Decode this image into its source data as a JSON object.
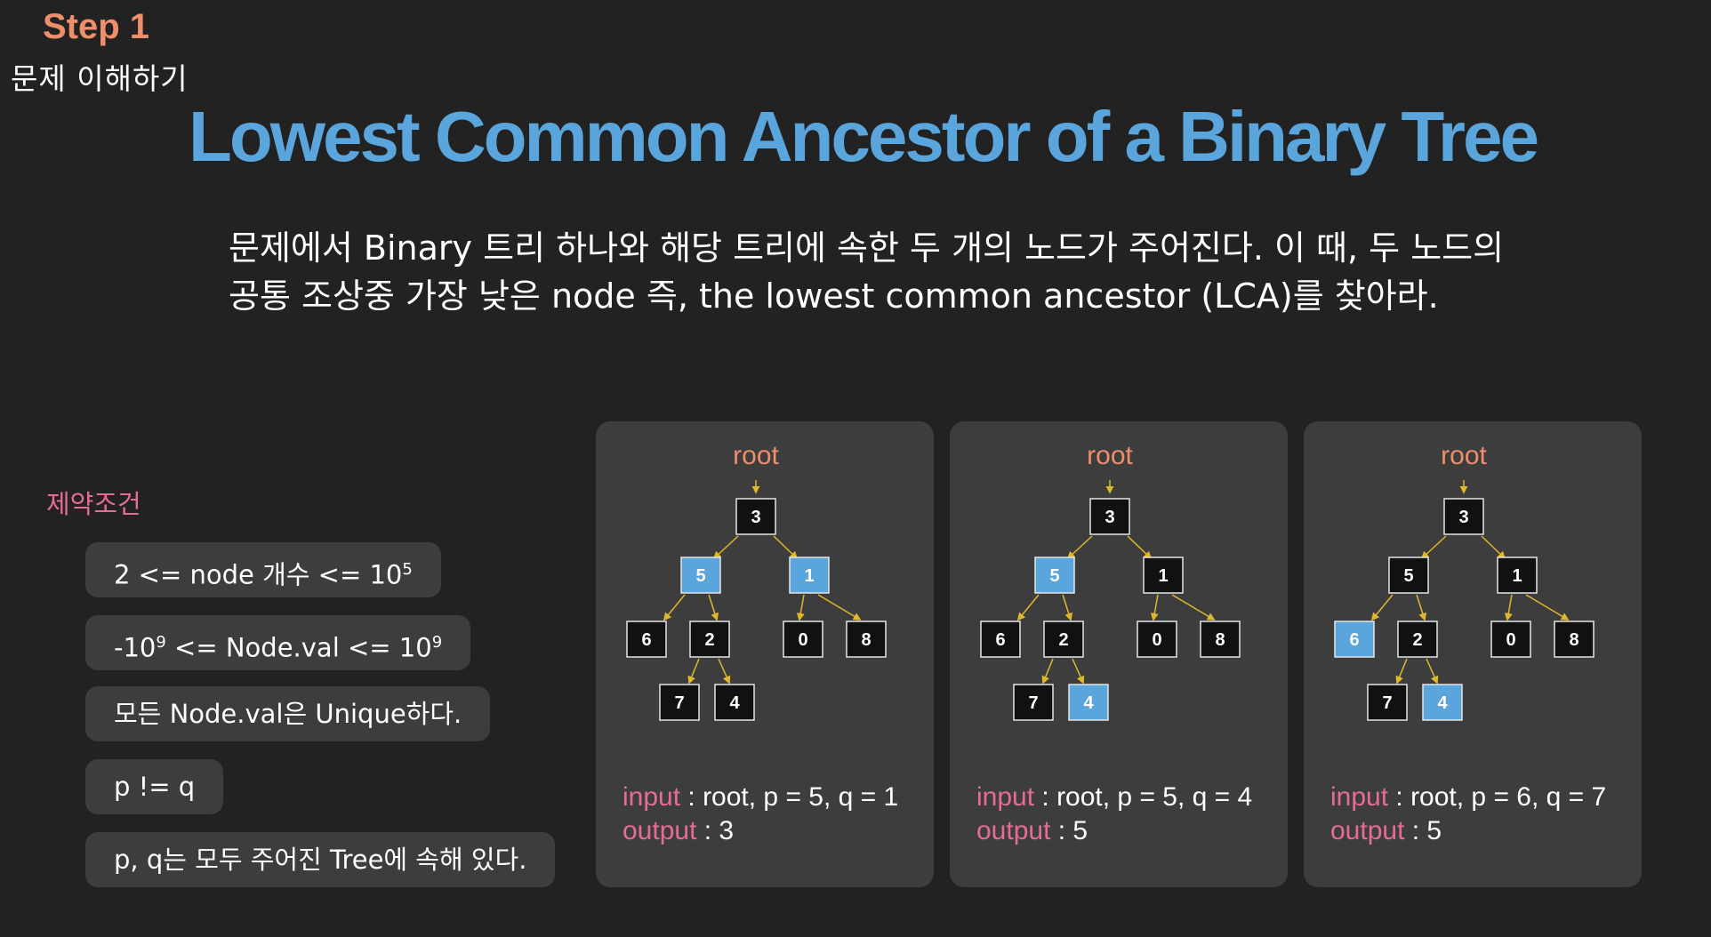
{
  "header": {
    "step": "Step 1",
    "step_subtitle": "문제 이해하기",
    "title": "Lowest Common Ancestor of a Binary Tree",
    "description_line1": "문제에서 Binary 트리 하나와 해당 트리에 속한 두 개의 노드가 주어진다. 이 때, 두 노드의",
    "description_line2": "공통 조상중 가장 낮은 node 즉, the lowest common ancestor (LCA)를 찾아라."
  },
  "constraints": {
    "label": "제약조건",
    "items": [
      {
        "base": "2 <= node 개수 <= 10",
        "exp": "5",
        "tail": ""
      },
      {
        "base": "-10",
        "exp": "9",
        "tail": " <= Node.val <= 10",
        "exp2": "9"
      },
      {
        "base": "모든 Node.val은 Unique하다.",
        "exp": "",
        "tail": ""
      },
      {
        "base": "p != q",
        "exp": "",
        "tail": ""
      },
      {
        "base": "p, q는 모두 주어진 Tree에 속해 있다.",
        "exp": "",
        "tail": ""
      }
    ]
  },
  "colors": {
    "accent_orange": "#ee8e6a",
    "title_blue": "#5aa5dc",
    "node_highlight": "#5aa5dc",
    "keyword_pink": "#e56d92",
    "arrow_yellow": "#e0b82c"
  },
  "examples": [
    {
      "root_label": "root",
      "nodes": {
        "n3": "3",
        "n5": "5",
        "n1": "1",
        "n6": "6",
        "n2": "2",
        "n0": "0",
        "n8": "8",
        "n7": "7",
        "n4": "4"
      },
      "highlighted": [
        "n5",
        "n1"
      ],
      "input_kw": "input",
      "input_text": " : root, p = 5, q = 1",
      "output_kw": "output",
      "output_text": " : 3"
    },
    {
      "root_label": "root",
      "nodes": {
        "n3": "3",
        "n5": "5",
        "n1": "1",
        "n6": "6",
        "n2": "2",
        "n0": "0",
        "n8": "8",
        "n7": "7",
        "n4": "4"
      },
      "highlighted": [
        "n5",
        "n4"
      ],
      "input_kw": "input",
      "input_text": " : root, p = 5, q = 4",
      "output_kw": "output",
      "output_text": " : 5"
    },
    {
      "root_label": "root",
      "nodes": {
        "n3": "3",
        "n5": "5",
        "n1": "1",
        "n6": "6",
        "n2": "2",
        "n0": "0",
        "n8": "8",
        "n7": "7",
        "n4": "4"
      },
      "highlighted": [
        "n6",
        "n4"
      ],
      "input_kw": "input",
      "input_text": " : root, p = 6, q = 7",
      "output_kw": "output",
      "output_text": " : 5"
    }
  ]
}
